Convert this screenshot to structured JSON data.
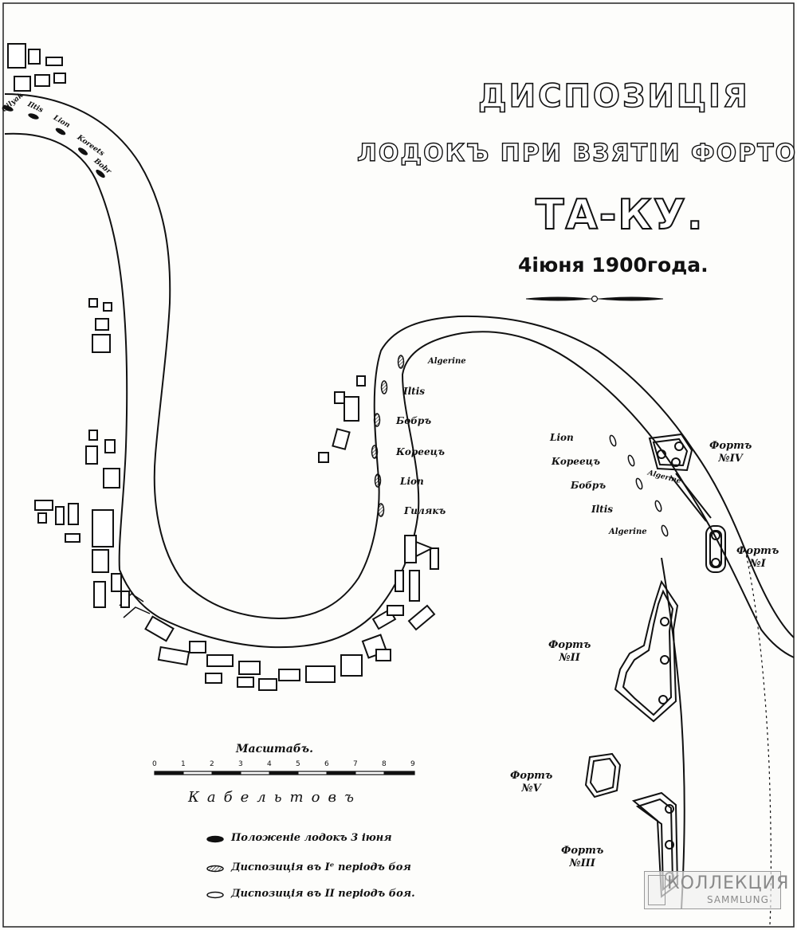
{
  "title": {
    "line1": "ДИСПОЗИЦІЯ",
    "line2": "ЛОДОКЪ ПРИ ВЗЯТІИ ФОРТОВЪ",
    "line3": "ТА-КУ.",
    "date": "4іюня 1900года."
  },
  "boats_upriver": [
    "Gilyak",
    "Iltis",
    "Lion",
    "Koreets",
    "Bobr"
  ],
  "boats_period1": [
    "Algerine",
    "Iltis",
    "Бобръ",
    "Кореецъ",
    "Lion",
    "Гилякъ"
  ],
  "boats_period2": [
    "Lion",
    "Кореецъ",
    "Бобръ",
    "Iltis",
    "Algerine"
  ],
  "algerine_near_fort": "Algerine",
  "forts": [
    {
      "label": "Фортъ",
      "number": "№IV"
    },
    {
      "label": "Фортъ",
      "number": "№I"
    },
    {
      "label": "Фортъ",
      "number": "№II"
    },
    {
      "label": "Фортъ",
      "number": "№V"
    },
    {
      "label": "Фортъ",
      "number": "№III"
    }
  ],
  "scale": {
    "title": "Масштабъ.",
    "ticks": [
      "0",
      "1",
      "2",
      "3",
      "4",
      "5",
      "6",
      "7",
      "8",
      "9"
    ],
    "units": "Кабельтовъ"
  },
  "legend": [
    {
      "symbol": "filled-boat-icon",
      "text": "Положеніе лодокъ 3 іюня"
    },
    {
      "symbol": "hatched-boat-icon",
      "text": "Диспозиція въ Iᵉ періодъ боя"
    },
    {
      "symbol": "open-boat-icon",
      "text": "Диспозиція въ II періодъ боя."
    }
  ],
  "watermark": {
    "line1": "КОЛЛЕКЦИЯ",
    "line2": "SAMMLUNG"
  }
}
